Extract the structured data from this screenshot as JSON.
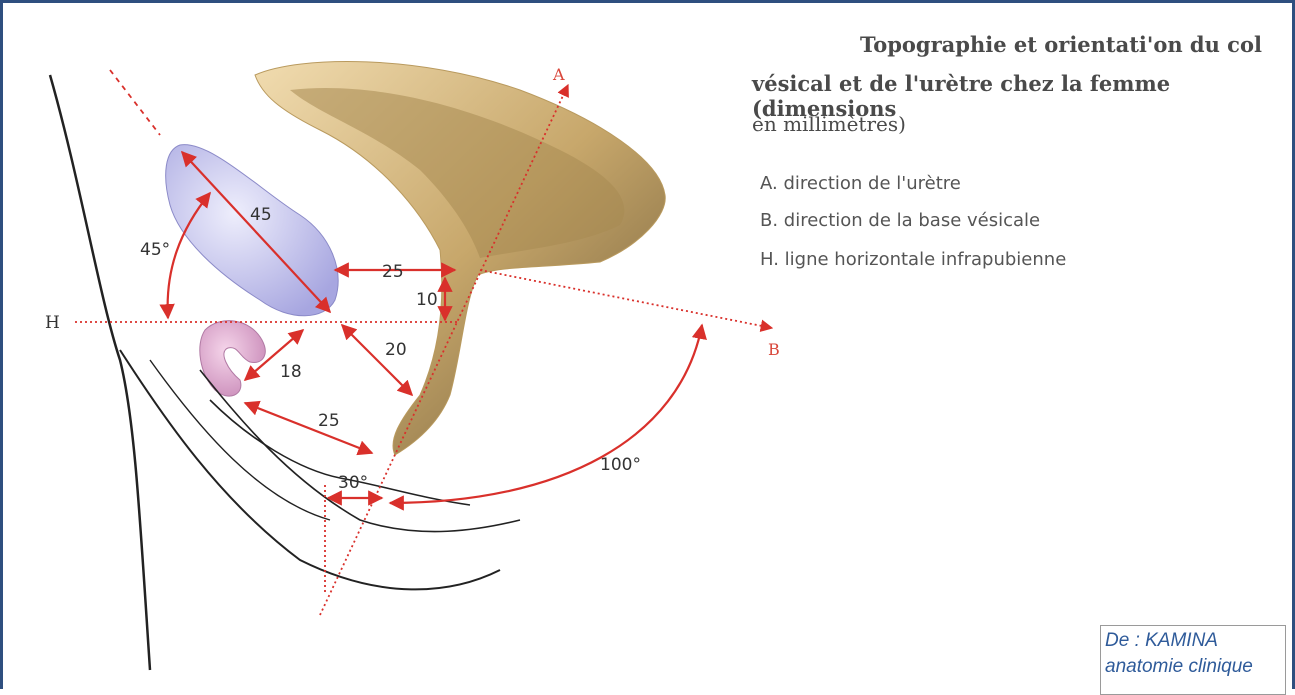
{
  "caption": {
    "line1": "Topographie et orientati'on du col",
    "line2": "vésical et de l'urètre chez la femme (dimensions",
    "line3": "en millimètres)"
  },
  "legend": [
    {
      "label": "A. direction de l'urètre"
    },
    {
      "label": "B. direction de la base vésicale"
    },
    {
      "label": "H. ligne horizontale infrapubienne"
    }
  ],
  "axes": {
    "a": "A",
    "b": "B",
    "h": "H"
  },
  "measurements": {
    "m45_length": "45",
    "m45_angle": "45°",
    "m25_top": "25",
    "m10": "10",
    "m20": "20",
    "m18": "18",
    "m25_bottom": "25",
    "m30_angle": "30°",
    "m100_angle": "100°"
  },
  "source": {
    "line1": "De : KAMINA",
    "line2": "anatomie clinique"
  },
  "colors": {
    "arrow": "#d9302b",
    "bladder": "#cdb07a",
    "bone": "#b9b8e8",
    "frame": "#2f4f7f"
  }
}
